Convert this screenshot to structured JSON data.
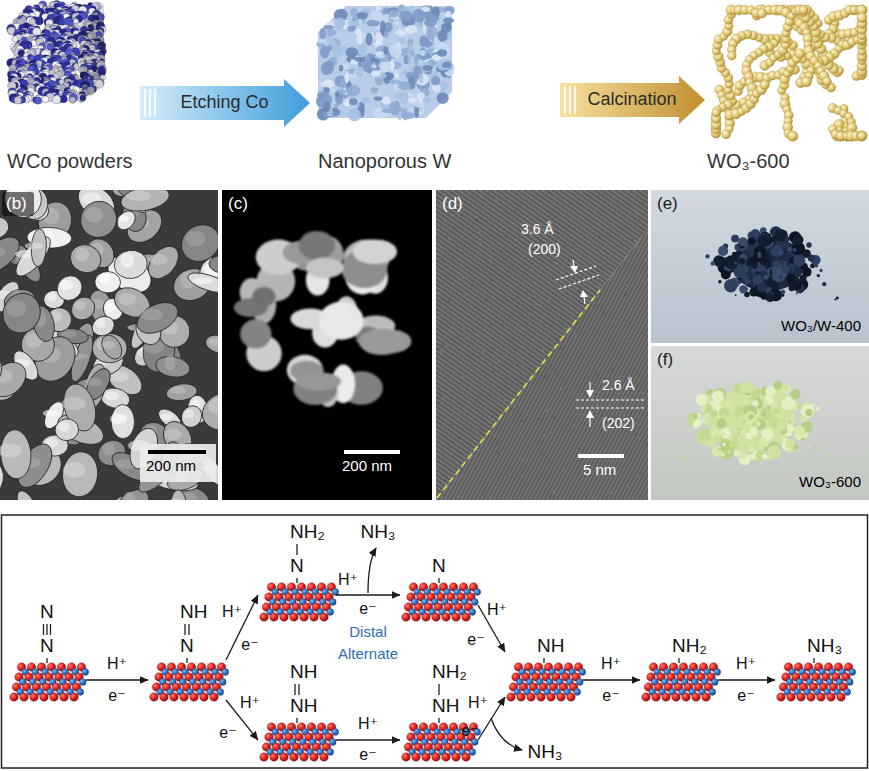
{
  "diagram": {
    "nodes": [
      {
        "text": [
          "WCo powders"
        ]
      },
      {
        "text": [
          "Nanoporous W"
        ]
      },
      {
        "text": [
          "WO₃-600"
        ]
      },
      {
        "text": [
          "(b)",
          "200 nm"
        ]
      },
      {
        "text": [
          "(c)",
          "200 nm"
        ]
      },
      {
        "text": [
          "(d)",
          "3.6 Å",
          "(200)",
          "2.6 Å",
          "(202)",
          "5 nm"
        ]
      },
      {
        "text": [
          "(e)",
          "WO₃/W-400"
        ]
      },
      {
        "text": [
          "(f)",
          "WO₃-600"
        ]
      },
      {
        "text": [
          "N",
          "N"
        ]
      },
      {
        "text": [
          "NH",
          "N"
        ]
      },
      {
        "text": [
          "NH₂",
          "N"
        ]
      },
      {
        "text": [
          "N"
        ]
      },
      {
        "text": [
          "NH",
          "NH"
        ]
      },
      {
        "text": [
          "NH₂",
          "NH"
        ]
      },
      {
        "text": [
          "NH"
        ]
      },
      {
        "text": [
          "NH₂"
        ]
      },
      {
        "text": [
          "NH₃"
        ]
      }
    ],
    "edges": [
      {
        "from": 0,
        "to": 1,
        "arrow": "to",
        "label": "Etching Co"
      },
      {
        "from": 1,
        "to": 2,
        "arrow": "to",
        "label": "Calcination"
      },
      {
        "from": 8,
        "to": 9,
        "arrow": "to"
      },
      {
        "from": 9,
        "to": 10,
        "arrow": "to"
      },
      {
        "from": 10,
        "to": 11,
        "arrow": "to"
      },
      {
        "from": 11,
        "to": 14,
        "arrow": "to"
      },
      {
        "from": 9,
        "to": 12,
        "arrow": "to"
      },
      {
        "from": 12,
        "to": 13,
        "arrow": "to"
      },
      {
        "from": 13,
        "to": 14,
        "arrow": "to"
      },
      {
        "from": 14,
        "to": 15,
        "arrow": "to"
      },
      {
        "from": 15,
        "to": 16,
        "arrow": "to"
      }
    ],
    "labels": [
      "H⁺",
      "e⁻",
      "H⁺",
      "e⁻",
      "NH₃",
      "H⁺",
      "e⁻",
      "Distal",
      "Alternate",
      "H⁺",
      "e⁻",
      "H⁺",
      "e⁻",
      "H⁺",
      "e⁻",
      "H⁺",
      "e⁻",
      "NH₃",
      "H⁺",
      "e⁻",
      "H⁺",
      "e⁻"
    ]
  }
}
